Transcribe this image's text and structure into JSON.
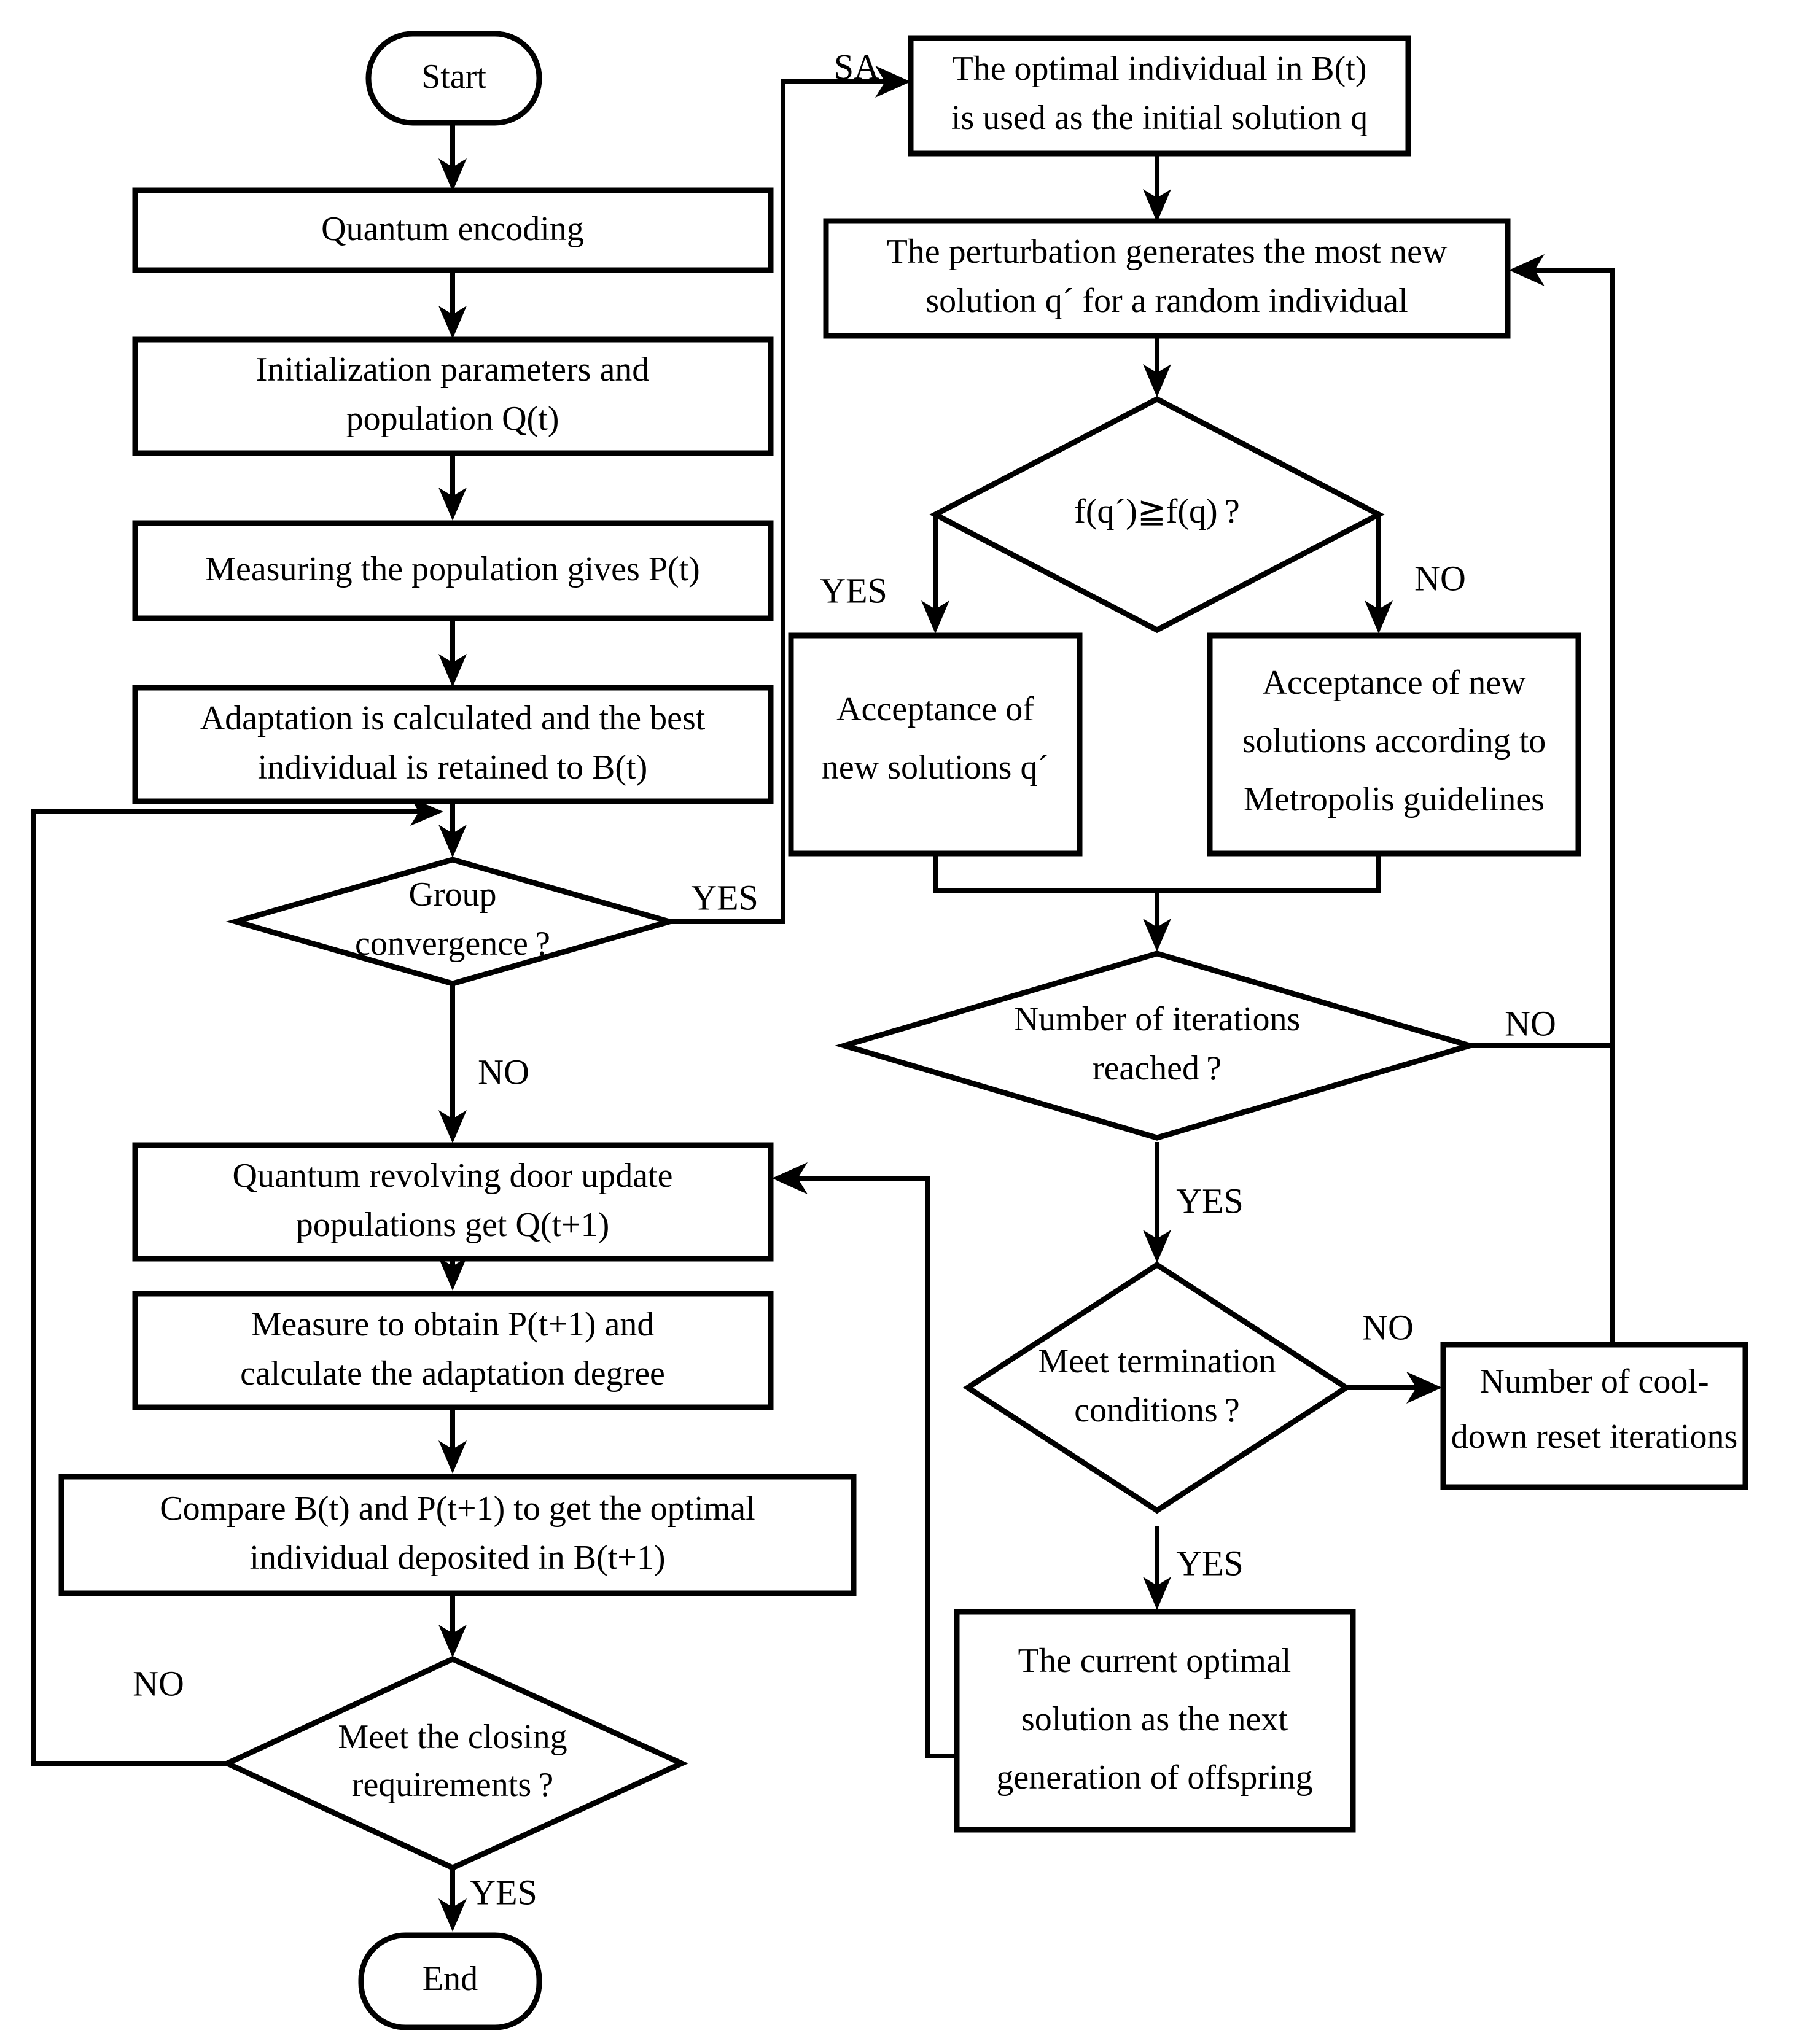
{
  "diagram": {
    "title": "Quantum genetic algorithm with simulated annealing flowchart",
    "background_color": "#ffffff",
    "line_color": "#000000",
    "nodes": {
      "start": {
        "label": "Start",
        "shape": "terminator"
      },
      "quantum_encoding": {
        "label": "Quantum encoding",
        "shape": "process"
      },
      "init_params_line1": "Initialization parameters and",
      "init_params_line2": "population Q(t)",
      "measuring_population": {
        "label": "Measuring the population gives P(t)",
        "shape": "process"
      },
      "adaptation_line1": "Adaptation is calculated and the best",
      "adaptation_line2": "individual is retained to B(t)",
      "group_convergence_line1": "Group",
      "group_convergence_line2": "convergence ?",
      "quantum_door_line1": "Quantum revolving door update",
      "quantum_door_line2": "populations get Q(t+1)",
      "measure_obtain_line1": "Measure to obtain P(t+1) and",
      "measure_obtain_line2": "calculate the adaptation degree",
      "compare_line1": "Compare B(t) and P(t+1) to get the optimal",
      "compare_line2": "individual deposited in B(t+1)",
      "meet_closing_line1": "Meet the closing",
      "meet_closing_line2": "requirements ?",
      "end": {
        "label": "End",
        "shape": "terminator"
      },
      "sa_optimal_line1": "The optimal individual in B(t)",
      "sa_optimal_line2": "is used as the initial solution q",
      "perturbation_line1": "The perturbation generates the most new",
      "perturbation_line2": "solution q´ for a random individual",
      "fq_decision": "f(q´)≧f(q) ?",
      "accept_new_line1": "Acceptance of",
      "accept_new_line2": "new solutions q´",
      "accept_metropolis_line1": "Acceptance of new",
      "accept_metropolis_line2": "solutions according to",
      "accept_metropolis_line3": "Metropolis guidelines",
      "iterations_line1": "Number of iterations",
      "iterations_line2": "reached ?",
      "termination_line1": "Meet termination",
      "termination_line2": "conditions ?",
      "cooldown_line1": "Number of cool-",
      "cooldown_line2": "down reset iterations",
      "current_optimal_line1": "The current optimal",
      "current_optimal_line2": "solution as the next",
      "current_optimal_line3": "generation of offspring"
    },
    "edge_labels": {
      "sa": "SA",
      "group_convergence_yes": "YES",
      "group_convergence_no": "NO",
      "meet_closing_no": "NO",
      "meet_closing_yes": "YES",
      "fq_yes": "YES",
      "fq_no": "NO",
      "iterations_no": "NO",
      "iterations_yes": "YES",
      "termination_no": "NO",
      "termination_yes": "YES"
    }
  }
}
